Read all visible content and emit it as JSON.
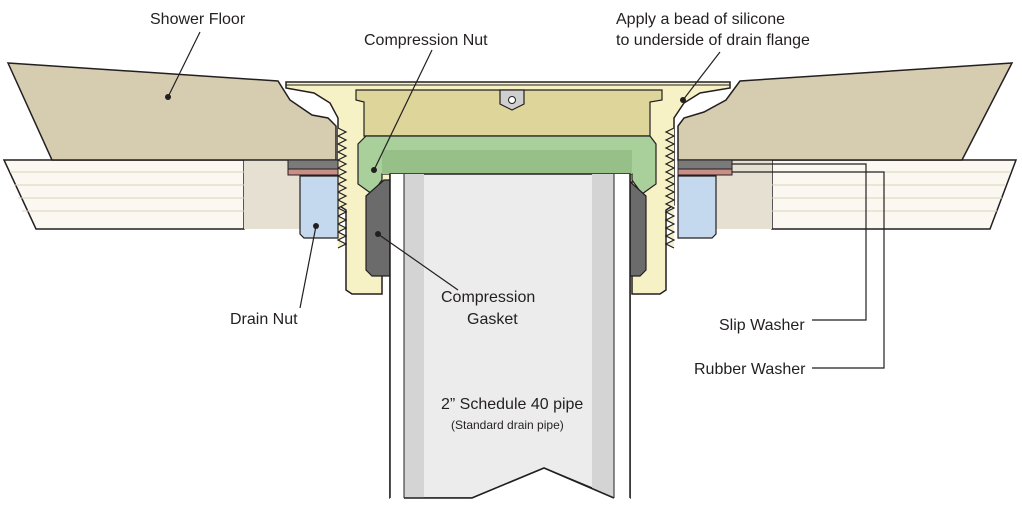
{
  "labels": {
    "shower_floor": "Shower Floor",
    "compression_nut": "Compression Nut",
    "silicone_line1": "Apply a bead of silicone",
    "silicone_line2": "to underside of drain flange",
    "drain_nut": "Drain Nut",
    "compression_gasket_line1": "Compression",
    "compression_gasket_line2": "Gasket",
    "slip_washer": "Slip Washer",
    "rubber_washer": "Rubber Washer",
    "pipe_line1": "2” Schedule 40 pipe",
    "pipe_line2": "(Standard drain pipe)"
  },
  "colors": {
    "floor": "#d6ccb0",
    "subfloor": "#faf8f0",
    "subfloor_inner": "#e5e0d2",
    "drain_body": "#f7f2c6",
    "flange_cap": "#ddd59a",
    "compression_nut": "#a9cf9a",
    "gasket": "#6b6b6b",
    "drain_nut": "#c4d8ee",
    "slip_washer": "#7a7a7a",
    "rubber_washer": "#c98e86",
    "pipe": "#ececec",
    "outline": "#231f20"
  }
}
